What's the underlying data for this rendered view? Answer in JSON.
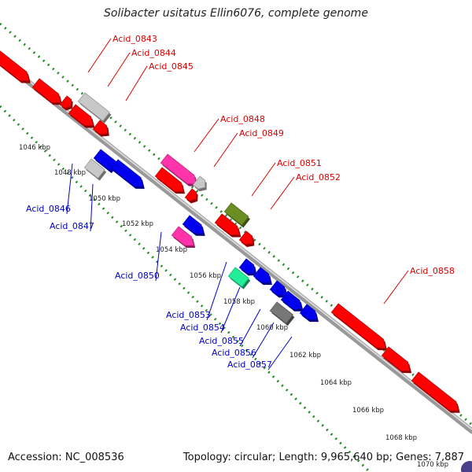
{
  "title": "Solibacter usitatus Ellin6076, complete genome",
  "footer": {
    "accession": "Accession: NC_008536",
    "summary": "Topology: circular; Length: 9,965,640 bp; Genes: 7,887"
  },
  "colors": {
    "red": "#ff0000",
    "blue": "#0000ee",
    "silver": "#c8c8c8",
    "pink": "#ff33aa",
    "olive": "#6b8e23",
    "teal": "#22ee99",
    "darkgray": "#777777",
    "label_red": "#dd0000",
    "label_blue": "#0000cc",
    "tick_green": "#228b22"
  },
  "kbp_ticks": [
    "1046 kbp",
    "1048 kbp",
    "1050 kbp",
    "1052 kbp",
    "1054 kbp",
    "1056 kbp",
    "1058 kbp",
    "1060 kbp",
    "1062 kbp",
    "1064 kbp",
    "1066 kbp",
    "1068 kbp",
    "1070 kbp"
  ],
  "gene_labels": [
    {
      "text": "Acid_0843",
      "color": "label_red"
    },
    {
      "text": "Acid_0844",
      "color": "label_red"
    },
    {
      "text": "Acid_0845",
      "color": "label_red"
    },
    {
      "text": "Acid_0848",
      "color": "label_red"
    },
    {
      "text": "Acid_0849",
      "color": "label_red"
    },
    {
      "text": "Acid_0851",
      "color": "label_red"
    },
    {
      "text": "Acid_0852",
      "color": "label_red"
    },
    {
      "text": "Acid_0858",
      "color": "label_red"
    },
    {
      "text": "Acid_0846",
      "color": "label_blue"
    },
    {
      "text": "Acid_0847",
      "color": "label_blue"
    },
    {
      "text": "Acid_0850",
      "color": "label_blue"
    },
    {
      "text": "Acid_0853",
      "color": "label_blue"
    },
    {
      "text": "Acid_0854",
      "color": "label_blue"
    },
    {
      "text": "Acid_0855",
      "color": "label_blue"
    },
    {
      "text": "Acid_0856",
      "color": "label_blue"
    },
    {
      "text": "Acid_0857",
      "color": "label_blue"
    }
  ],
  "genes": [
    {
      "color": "red"
    },
    {
      "color": "red"
    },
    {
      "color": "red"
    },
    {
      "color": "silver"
    },
    {
      "color": "red"
    },
    {
      "color": "red"
    },
    {
      "color": "blue"
    },
    {
      "color": "silver"
    },
    {
      "color": "blue"
    },
    {
      "color": "pink"
    },
    {
      "color": "silver"
    },
    {
      "color": "red"
    },
    {
      "color": "red"
    },
    {
      "color": "blue"
    },
    {
      "color": "pink"
    },
    {
      "color": "olive"
    },
    {
      "color": "red"
    },
    {
      "color": "red"
    },
    {
      "color": "blue"
    },
    {
      "color": "blue"
    },
    {
      "color": "teal"
    },
    {
      "color": "blue"
    },
    {
      "color": "blue"
    },
    {
      "color": "darkgray"
    },
    {
      "color": "blue"
    },
    {
      "color": "red"
    },
    {
      "color": "red"
    },
    {
      "color": "red"
    }
  ]
}
